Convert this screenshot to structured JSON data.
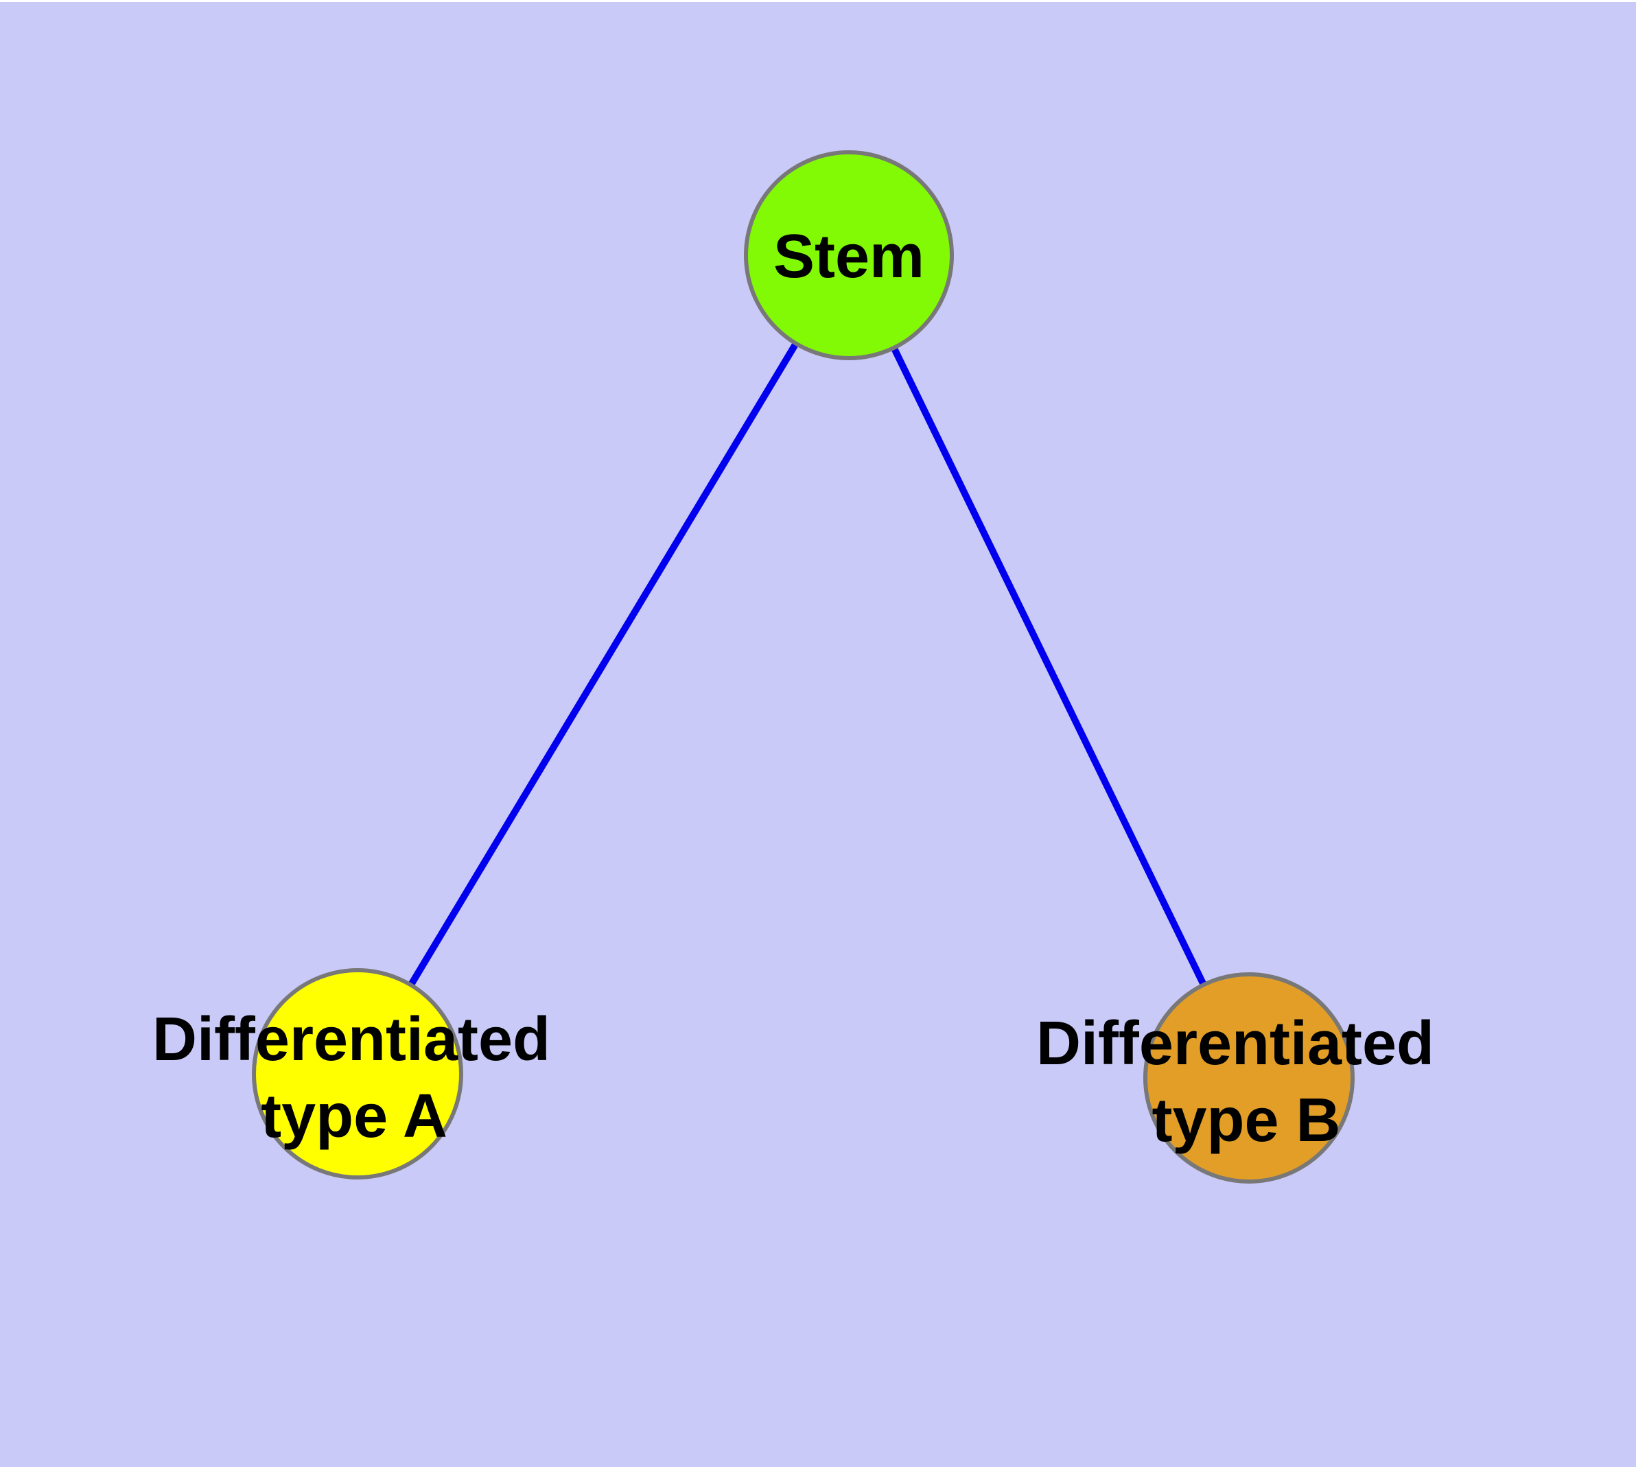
{
  "diagram": {
    "background_color": "#cacaf8",
    "top_margin_color": "#ffffff",
    "edge_color": "#0000ee",
    "node_border_color": "#787878",
    "label_color": "#000000"
  },
  "nodes": {
    "stem": {
      "label": "Stem",
      "fill_color": "#82fa05"
    },
    "type_a": {
      "label_lines": [
        "Differentiated",
        "type A"
      ],
      "fill_color": "#ffff00"
    },
    "type_b": {
      "label_lines": [
        "Differentiated",
        "type B"
      ],
      "fill_color": "#e29e26"
    }
  },
  "edges": [
    {
      "from": "Stem",
      "to": "Differentiated type A"
    },
    {
      "from": "Stem",
      "to": "Differentiated type B"
    }
  ]
}
